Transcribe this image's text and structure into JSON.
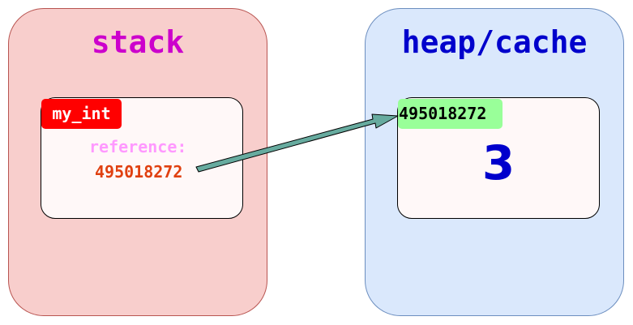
{
  "stack": {
    "title": "stack",
    "variable": {
      "name": "my_int",
      "reference_label": "reference:",
      "reference_value": "495018272"
    }
  },
  "heap": {
    "title": "heap/cache",
    "object": {
      "address": "495018272",
      "value": "3"
    }
  },
  "colors": {
    "stack_panel": "#f8cecc",
    "heap_panel": "#dae8fc",
    "variable_tag": "#ff0000",
    "address_tag": "#99ff99",
    "arrow": "#67ab9f"
  }
}
